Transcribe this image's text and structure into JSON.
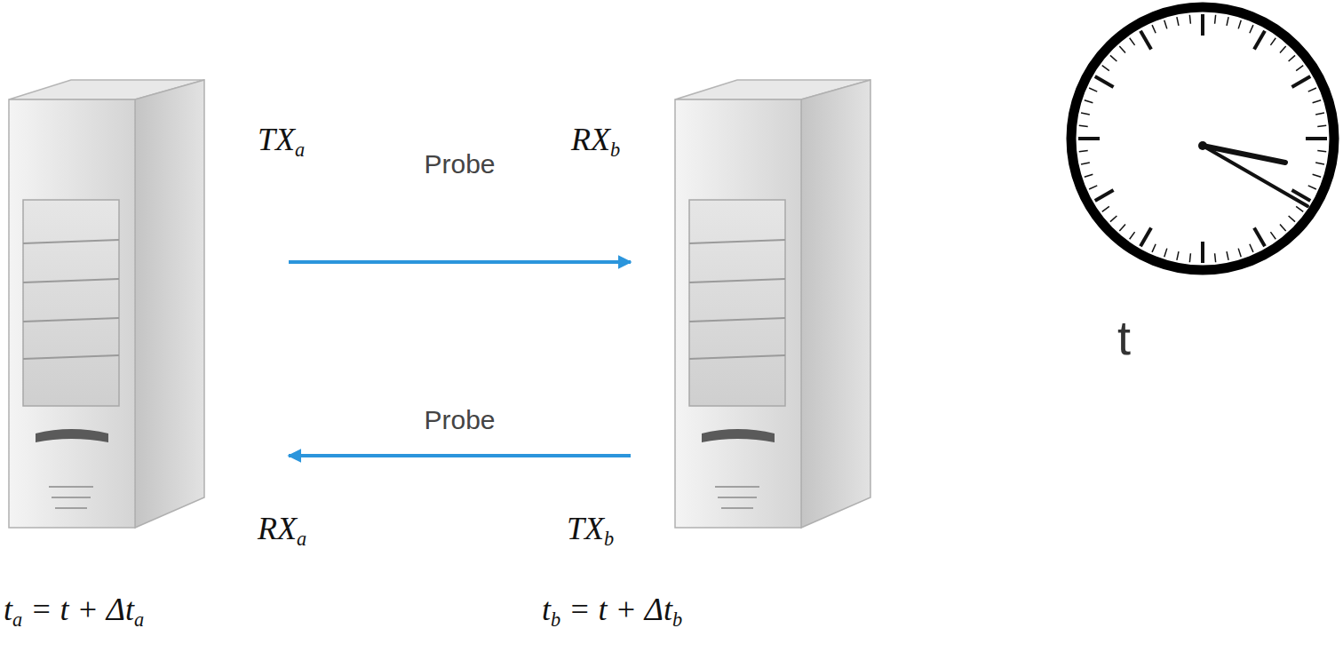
{
  "diagram": {
    "nodes": [
      {
        "text": [
          "ta = t + Δta"
        ]
      },
      {
        "text": [
          "tb = t + Δtb"
        ]
      }
    ],
    "edges": [
      {
        "from": 0,
        "to": 1,
        "arrow": "to",
        "label": "Probe"
      },
      {
        "from": 1,
        "to": 0,
        "arrow": "to",
        "label": "Probe"
      }
    ],
    "labels": [
      "TXa",
      "RXb",
      "RXa",
      "TXb",
      "t"
    ]
  }
}
